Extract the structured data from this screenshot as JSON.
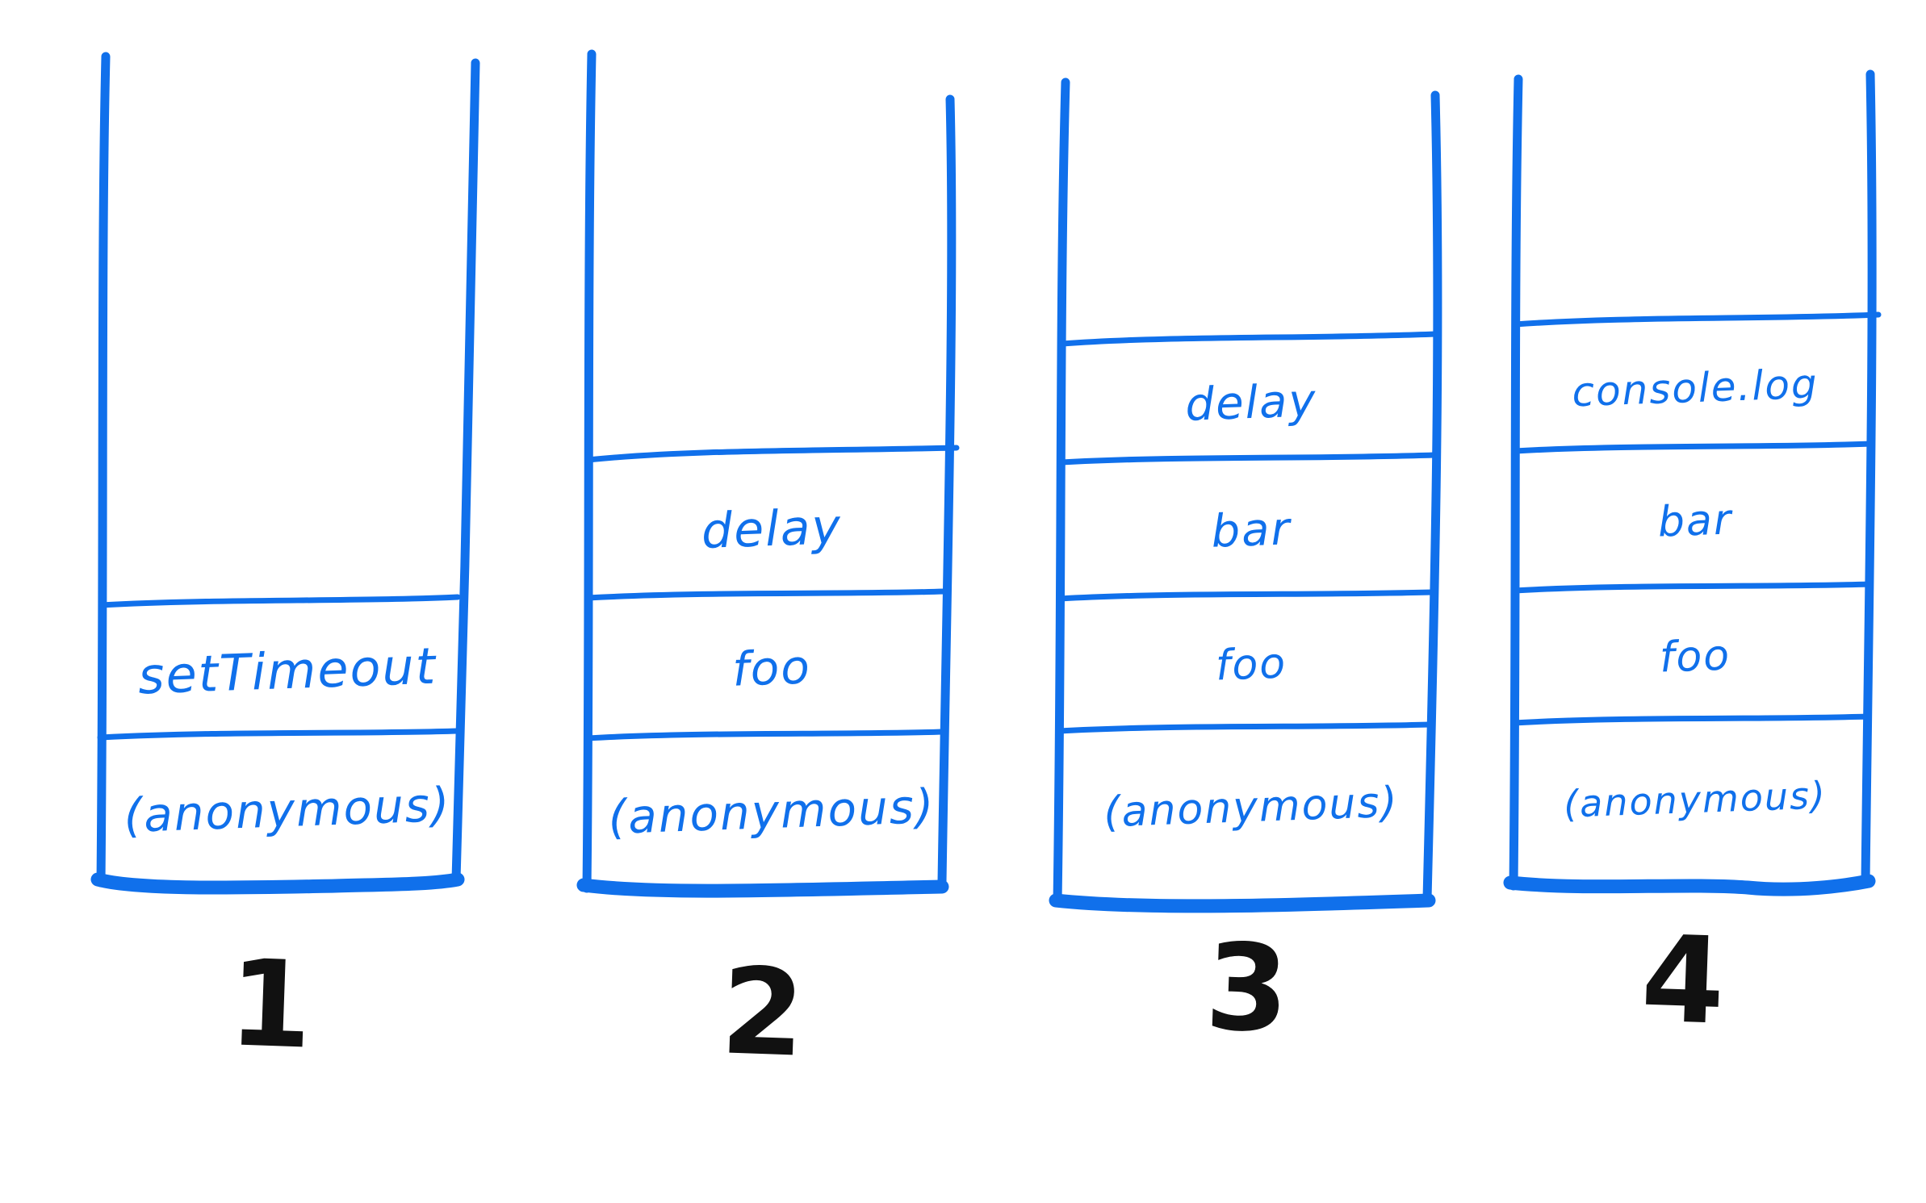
{
  "colors": {
    "stroke": "#1070eb",
    "number": "#111111",
    "background": "#ffffff"
  },
  "stacks": [
    {
      "number": "1",
      "frames": [
        "setTimeout",
        "(anonymous)"
      ]
    },
    {
      "number": "2",
      "frames": [
        "delay",
        "foo",
        "(anonymous)"
      ]
    },
    {
      "number": "3",
      "frames": [
        "delay",
        "bar",
        "foo",
        "(anonymous)"
      ]
    },
    {
      "number": "4",
      "frames": [
        "console.log",
        "bar",
        "foo",
        "(anonymous)"
      ]
    }
  ]
}
